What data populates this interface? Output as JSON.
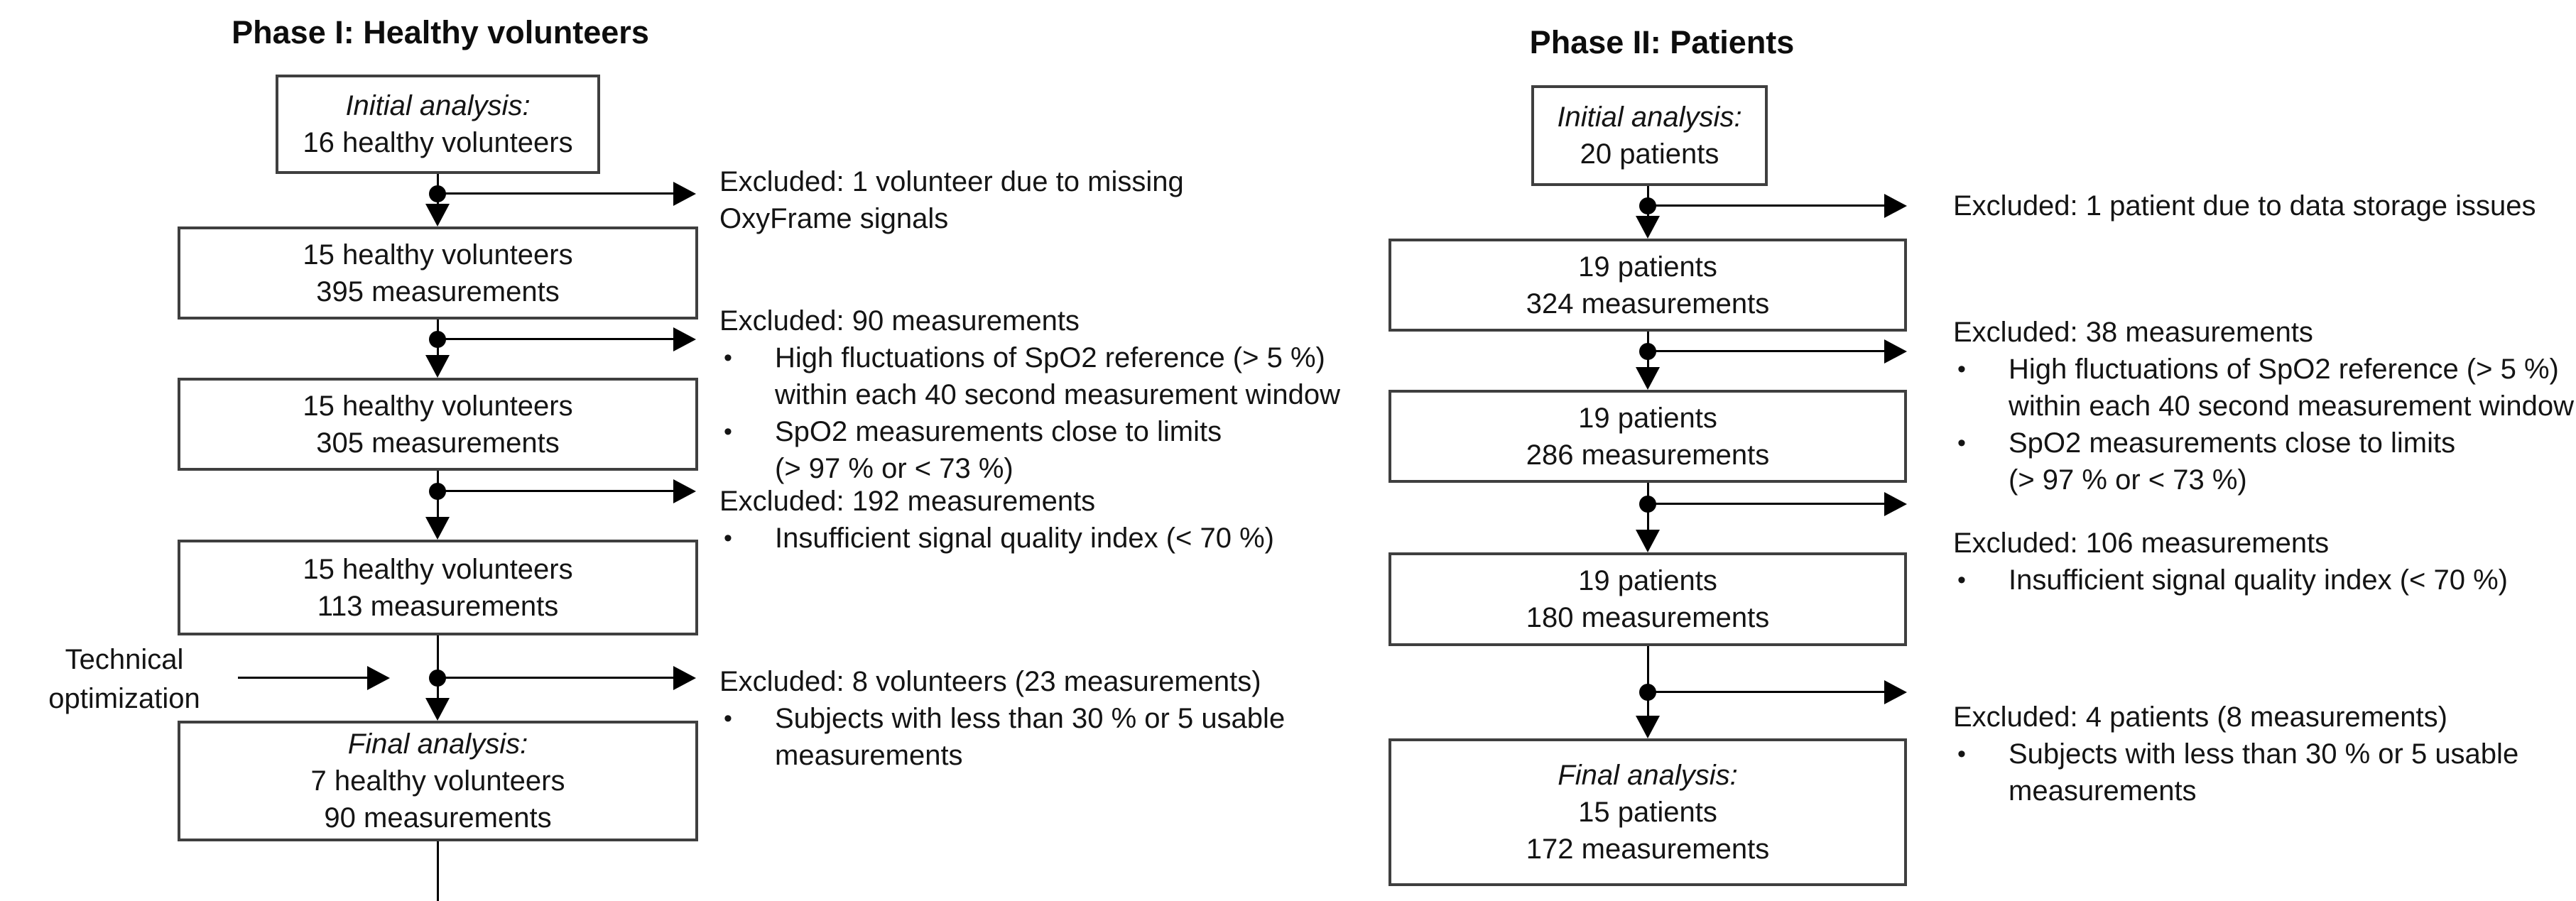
{
  "meta": {
    "bullet": "•",
    "background": "#ffffff",
    "box_border_color": "#3f3f3f",
    "line_color": "#000000",
    "text_color": "#141414"
  },
  "phase1": {
    "title": "Phase I: Healthy volunteers",
    "boxes": [
      {
        "lines": [
          "Initial analysis:",
          "16 healthy volunteers"
        ]
      },
      {
        "lines": [
          "15 healthy volunteers",
          "395 measurements"
        ]
      },
      {
        "lines": [
          "15 healthy volunteers",
          "305 measurements"
        ]
      },
      {
        "lines": [
          "15 healthy volunteers",
          "113 measurements"
        ]
      },
      {
        "lines": [
          "Final analysis:",
          "7 healthy volunteers",
          "90 measurements"
        ]
      }
    ],
    "exclusions": [
      {
        "head": [
          "Excluded: 1 volunteer due to missing",
          "OxyFrame signals"
        ],
        "bullets": []
      },
      {
        "head": [
          "Excluded: 90 measurements"
        ],
        "bullets": [
          {
            "lines": [
              "High fluctuations of SpO2 reference (> 5 %)",
              "within each 40 second measurement window"
            ]
          },
          {
            "lines": [
              "SpO2 measurements close to limits",
              "(> 97 % or < 73 %)"
            ]
          }
        ]
      },
      {
        "head": [
          "Excluded: 192 measurements"
        ],
        "bullets": [
          {
            "lines": [
              "Insufficient signal quality index (< 70 %)"
            ]
          }
        ]
      },
      {
        "head": [
          "Excluded: 8 volunteers (23 measurements)"
        ],
        "bullets": [
          {
            "lines": [
              "Subjects with less than 30 % or 5 usable",
              "measurements"
            ]
          }
        ]
      }
    ],
    "note": {
      "lines": [
        "Technical",
        "optimization"
      ]
    }
  },
  "phase2": {
    "title": "Phase II: Patients",
    "boxes": [
      {
        "lines": [
          "Initial analysis:",
          "20 patients"
        ]
      },
      {
        "lines": [
          "19 patients",
          "324 measurements"
        ]
      },
      {
        "lines": [
          "19 patients",
          "286 measurements"
        ]
      },
      {
        "lines": [
          "19 patients",
          "180 measurements"
        ]
      },
      {
        "lines": [
          "Final analysis:",
          "15 patients",
          "172 measurements"
        ]
      }
    ],
    "exclusions": [
      {
        "head": [
          "Excluded: 1 patient due to data storage issues"
        ],
        "bullets": []
      },
      {
        "head": [
          "Excluded: 38 measurements"
        ],
        "bullets": [
          {
            "lines": [
              "High fluctuations of SpO2 reference (> 5 %)",
              "within each 40 second measurement window"
            ]
          },
          {
            "lines": [
              "SpO2 measurements close to limits",
              "(> 97 % or < 73 %)"
            ]
          }
        ]
      },
      {
        "head": [
          "Excluded: 106 measurements"
        ],
        "bullets": [
          {
            "lines": [
              "Insufficient signal quality index (< 70 %)"
            ]
          }
        ]
      },
      {
        "head": [
          "Excluded: 4 patients (8 measurements)"
        ],
        "bullets": [
          {
            "lines": [
              "Subjects with less than 30 % or 5 usable",
              "measurements"
            ]
          }
        ]
      }
    ]
  }
}
